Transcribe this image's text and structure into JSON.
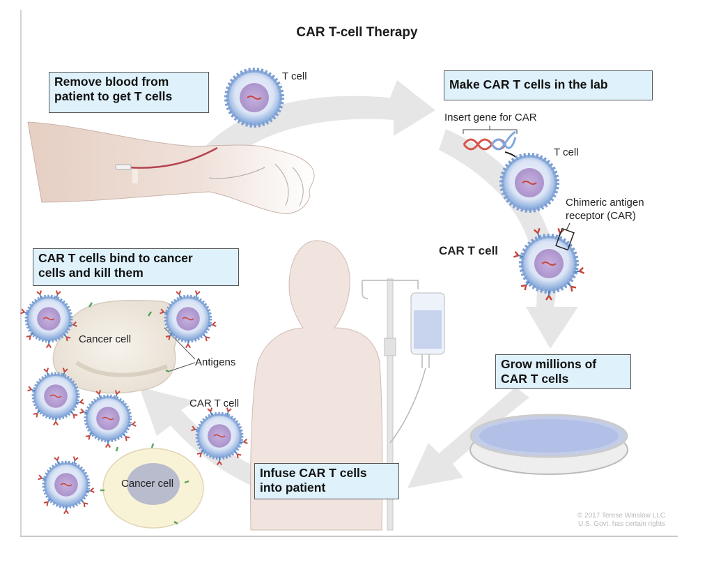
{
  "title": "CAR T-cell Therapy",
  "steps": {
    "remove": {
      "line1": "Remove blood from",
      "line2": "patient to get T cells"
    },
    "make": {
      "line1": "Make CAR T cells in the lab"
    },
    "grow": {
      "line1": "Grow millions of",
      "line2": "CAR T cells"
    },
    "infuse": {
      "line1": "Infuse CAR T cells",
      "line2": "into patient"
    },
    "bind": {
      "line1": "CAR T cells bind to cancer",
      "line2": "cells and kill them"
    }
  },
  "labels": {
    "t_cell_top": "T cell",
    "insert_gene": "Insert gene for CAR",
    "t_cell_lab": "T cell",
    "car_line1": "Chimeric antigen",
    "car_line2": "receptor (CAR)",
    "car_t_cell_bold": "CAR T cell",
    "car_t_cell_small": "CAR T cell",
    "cancer_cell_1": "Cancer cell",
    "antigens": "Antigens",
    "cancer_cell_2": "Cancer cell"
  },
  "copyright": {
    "line1": "© 2017 Terese Winslow LLC",
    "line2": "U.S. Govt. has certain rights"
  },
  "colors": {
    "box_fill": "#dff2fb",
    "arrow_gray": "#e4e4e4",
    "cell_blue": "#8fb0de",
    "nucleus_purple": "#b89fd0",
    "receptor_red": "#c8463c",
    "antigen_green": "#5aa55a",
    "skin": "#f1e3de"
  }
}
